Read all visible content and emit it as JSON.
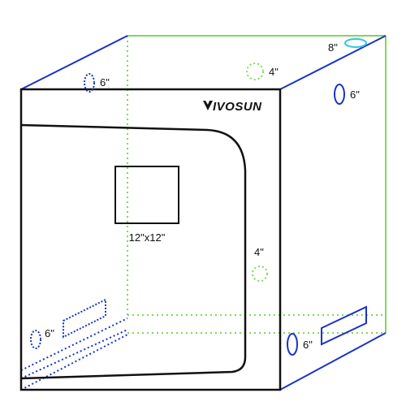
{
  "brand": {
    "name": "IVOSUN",
    "mark": "V"
  },
  "labels": {
    "back_left_vent": "6\"",
    "top_vent": "4\"",
    "top_right_port": "8\"",
    "right_upper_vent": "6\"",
    "window": "12\"x12\"",
    "inside_vent": "4\"",
    "bottom_left_vent": "6\"",
    "bottom_right_vent": "6\""
  },
  "colors": {
    "outline": "#111111",
    "blue": "#1a33c7",
    "green": "#7ed957",
    "cyan": "#35c3e6",
    "background": "#ffffff"
  },
  "icons": {
    "brand_mark": "v-chevron-icon"
  }
}
